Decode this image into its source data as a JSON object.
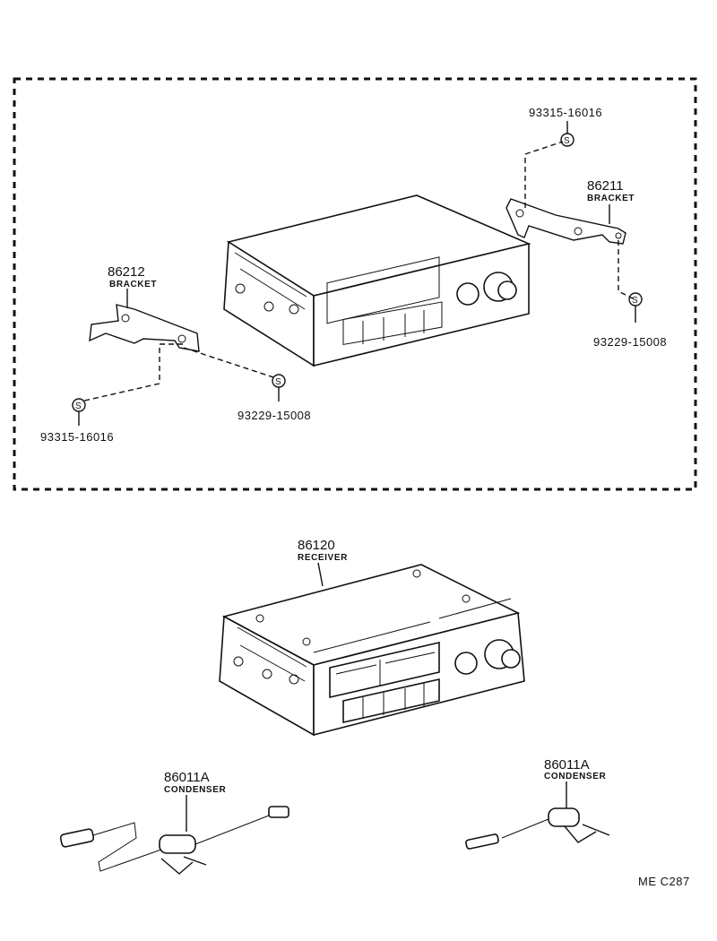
{
  "parts": {
    "bracket_left": {
      "number": "86212",
      "name": "BRACKET"
    },
    "bracket_right": {
      "number": "86211",
      "name": "BRACKET"
    },
    "screw_top_right": {
      "number": "93315-16016",
      "symbol": "S"
    },
    "screw_right_lower": {
      "number": "93229-15008",
      "symbol": "S"
    },
    "screw_left_bottom": {
      "number": "93315-16016",
      "symbol": "S"
    },
    "screw_left_mid": {
      "number": "93229-15008",
      "symbol": "S"
    },
    "receiver": {
      "number": "86120",
      "name": "RECEIVER"
    },
    "condenser_left": {
      "number": "86011A",
      "name": "CONDENSER"
    },
    "condenser_right": {
      "number": "86011A",
      "name": "CONDENSER"
    }
  },
  "footer": {
    "code": "ME  C287"
  }
}
